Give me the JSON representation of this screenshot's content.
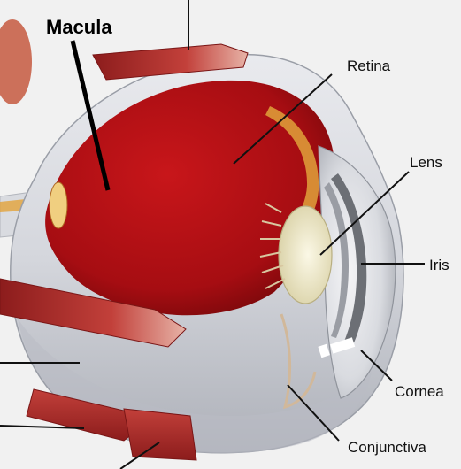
{
  "labels": {
    "macula": "Macula",
    "retina": "Retina",
    "lens": "Lens",
    "iris": "Iris",
    "cornea": "Cornea",
    "conjunctiva": "Conjunctiva"
  },
  "colors": {
    "background": "#f1f1f1",
    "sclera": "#dcdde2",
    "sclera_shadow": "#b9bcc4",
    "vitreous_red": "#b10f14",
    "vitreous_dark": "#7c0a0c",
    "muscle_red": "#b8302e",
    "optic_yellow": "#e2a33a",
    "lens_cream": "#efe9c8",
    "iris_gray": "#6c6f75"
  }
}
